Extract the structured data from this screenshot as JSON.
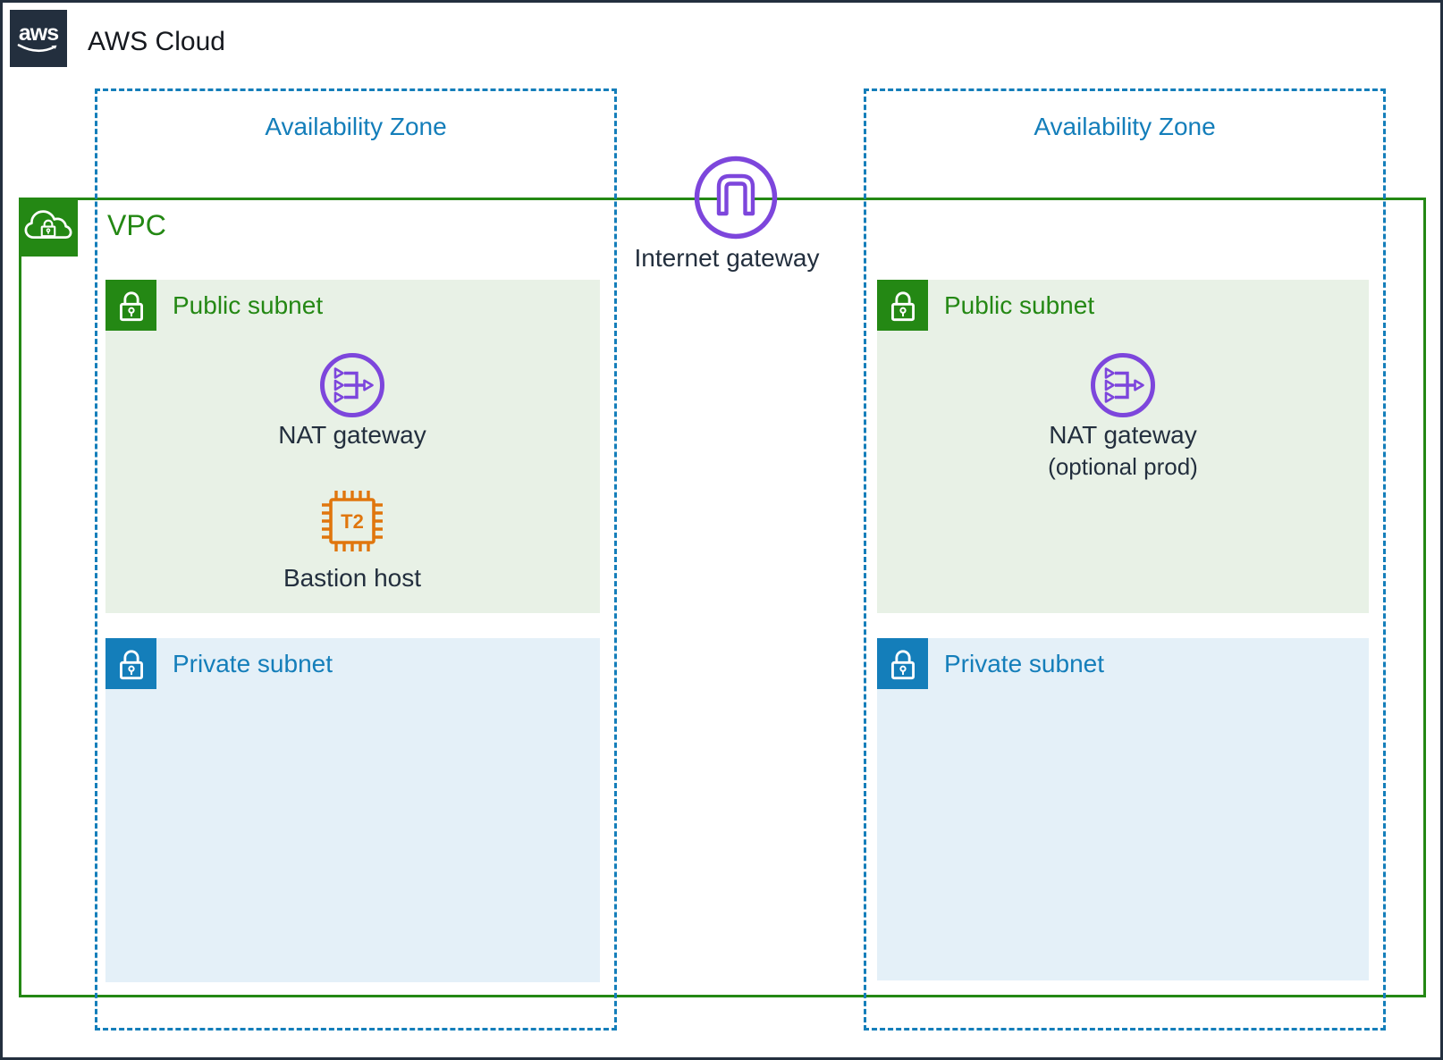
{
  "header": {
    "logo": "aws",
    "title": "AWS Cloud"
  },
  "zones": {
    "left": {
      "label": "Availability Zone"
    },
    "right": {
      "label": "Availability Zone"
    }
  },
  "vpc": {
    "label": "VPC"
  },
  "internet_gateway": {
    "label": "Internet gateway"
  },
  "subnets": {
    "left_public": {
      "label": "Public subnet"
    },
    "right_public": {
      "label": "Public subnet"
    },
    "left_private": {
      "label": "Private subnet"
    },
    "right_private": {
      "label": "Private subnet"
    }
  },
  "resources": {
    "nat_left": {
      "label": "NAT gateway"
    },
    "nat_right": {
      "label": "NAT gateway",
      "sublabel": "(optional prod)"
    },
    "bastion": {
      "label": "Bastion host",
      "chip_text": "T2"
    }
  },
  "colors": {
    "ink": "#232f3e",
    "az_blue": "#147eba",
    "vpc_green": "#248814",
    "public_subnet_fill": "#e8f1e6",
    "private_subnet_fill": "#e4f0f8",
    "network_purple": "#7d46dc",
    "compute_orange": "#e0760d"
  }
}
